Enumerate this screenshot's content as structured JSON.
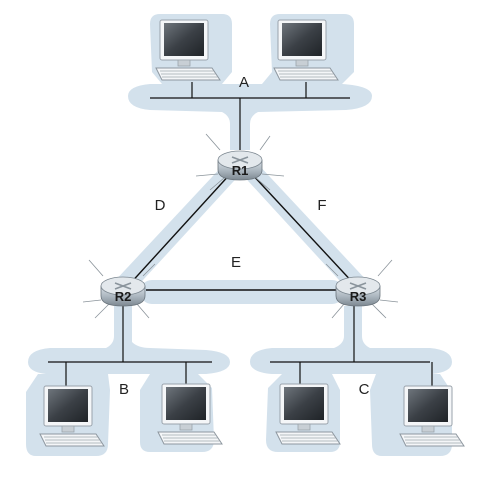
{
  "diagram": {
    "subnets": [
      {
        "id": "A",
        "label": "A"
      },
      {
        "id": "B",
        "label": "B"
      },
      {
        "id": "C",
        "label": "C"
      },
      {
        "id": "D",
        "label": "D"
      },
      {
        "id": "E",
        "label": "E"
      },
      {
        "id": "F",
        "label": "F"
      }
    ],
    "routers": [
      {
        "id": "R1",
        "label": "R1"
      },
      {
        "id": "R2",
        "label": "R2"
      },
      {
        "id": "R3",
        "label": "R3"
      }
    ],
    "links": [
      {
        "from": "R1",
        "to": "R2",
        "subnet": "D"
      },
      {
        "from": "R2",
        "to": "R3",
        "subnet": "E"
      },
      {
        "from": "R1",
        "to": "R3",
        "subnet": "F"
      }
    ],
    "hosts": [
      {
        "subnet": "A",
        "icon": "computer-icon"
      },
      {
        "subnet": "A",
        "icon": "computer-icon"
      },
      {
        "subnet": "B",
        "icon": "computer-icon"
      },
      {
        "subnet": "B",
        "icon": "computer-icon"
      },
      {
        "subnet": "C",
        "icon": "computer-icon"
      },
      {
        "subnet": "C",
        "icon": "computer-icon"
      }
    ],
    "colors": {
      "subnet_shade": "#d3e1ec",
      "router_body": "#a9b4bd",
      "monitor_screen": "#3a3f45"
    }
  }
}
